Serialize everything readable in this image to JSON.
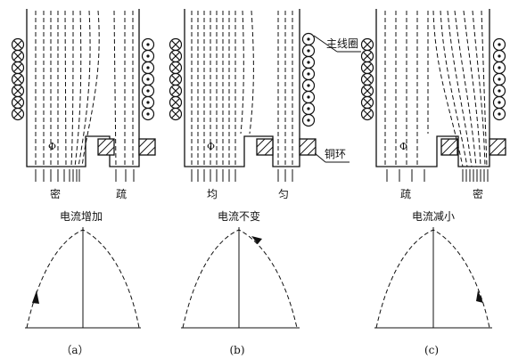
{
  "annotations": {
    "main_coil": "主线圈",
    "copper_ring": "铜环",
    "flux_symbol": "Φ"
  },
  "panels": [
    {
      "id": "a",
      "left_label": "密",
      "right_label": "疏",
      "curve_title": "电流增加",
      "caption": "（a）"
    },
    {
      "id": "b",
      "left_label": "均",
      "right_label": "匀",
      "curve_title": "电流不变",
      "caption": "(b)"
    },
    {
      "id": "c",
      "left_label": "疏",
      "right_label": "密",
      "curve_title": "电流减小",
      "caption": "(c)"
    }
  ]
}
